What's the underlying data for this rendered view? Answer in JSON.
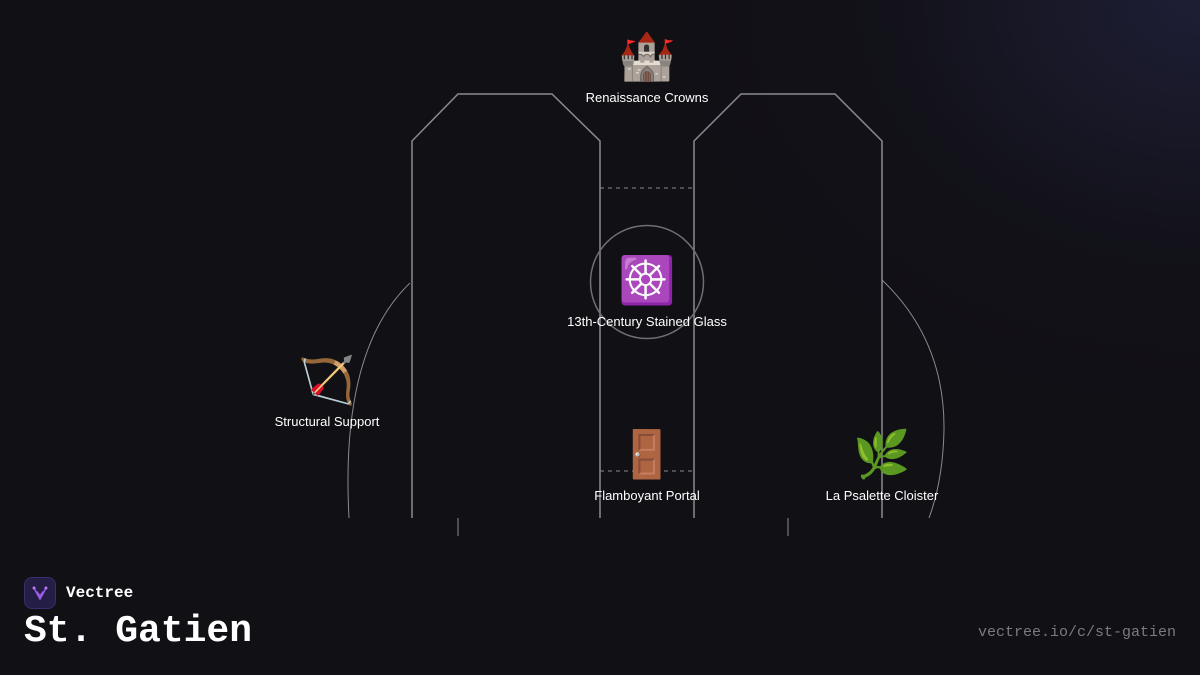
{
  "nodes": [
    {
      "id": "renaissance",
      "emoji": "🏰",
      "icon": "castle-icon",
      "label": "Renaissance Crowns"
    },
    {
      "id": "glass",
      "emoji": "☸️",
      "icon": "wheel-icon",
      "label": "13th-Century Stained Glass"
    },
    {
      "id": "support",
      "emoji": "🏹",
      "icon": "bow-and-arrow-icon",
      "label": "Structural Support"
    },
    {
      "id": "portal",
      "emoji": "🚪",
      "icon": "door-icon",
      "label": "Flamboyant Portal"
    },
    {
      "id": "cloister",
      "emoji": "🌿",
      "icon": "herb-icon",
      "label": "La Psalette Cloister"
    }
  ],
  "brand": {
    "name": "Vectree"
  },
  "page": {
    "title": "St. Gatien",
    "url": "vectree.io/c/st-gatien"
  },
  "colors": {
    "background": "#111015",
    "line": "#8a8a90",
    "logo_bg": "#241d45",
    "logo_accent": "#9b5de5"
  }
}
